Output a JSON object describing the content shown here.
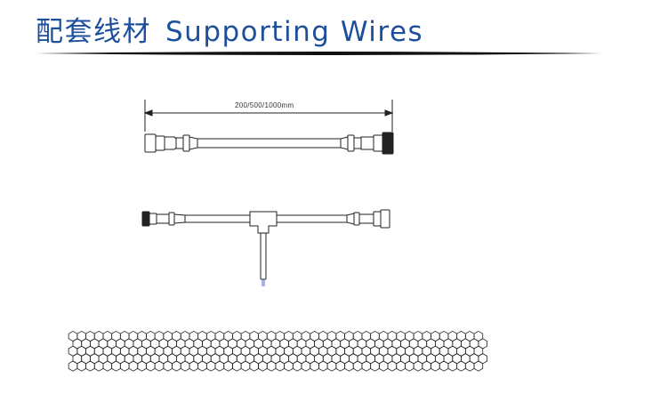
{
  "header": {
    "title_cn": "配套线材",
    "title_en": "Supporting Wires",
    "color": "#1d4f9c"
  },
  "diagram": {
    "dimension_label": "200/500/1000mm",
    "line_color": "#222222",
    "lead_color": "#5566cc"
  }
}
